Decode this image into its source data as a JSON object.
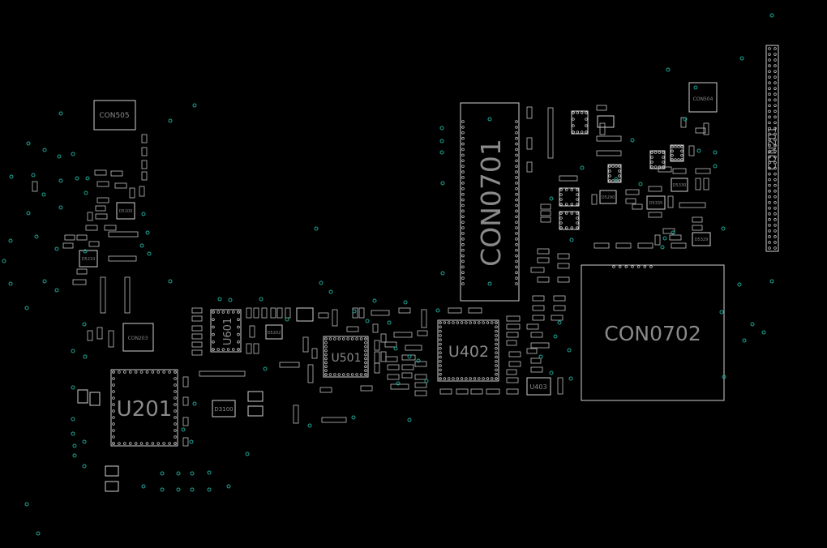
{
  "theme": {
    "background": "#000000",
    "outline": "#d0d0d0",
    "via": "#1fa596",
    "label": "#8a8a8a"
  },
  "labels": {
    "con505": "CON505",
    "con0701": "CON0701",
    "con504": "CON504",
    "con201": "CON201",
    "con0702": "CON0702",
    "u201": "U201",
    "u601": "U601",
    "u501": "U501",
    "u402": "U402",
    "u403": "U403",
    "d5100": "D5100",
    "d5210": "D5210",
    "con203": "CON203",
    "d3100": "D3100",
    "d5202": "D5202",
    "d5290": "D5290",
    "d5330": "D5330",
    "d5335": "D5335",
    "d5329": "D5329"
  }
}
